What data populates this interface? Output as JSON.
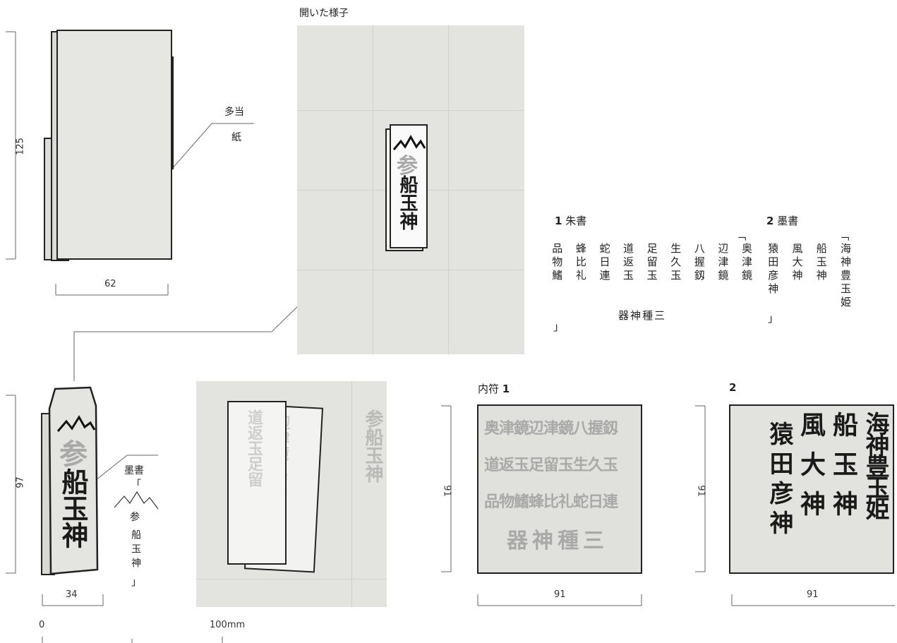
{
  "opened_caption": "開いた様子",
  "labels": {
    "tatogami_top": "多当",
    "tatogami_bottom": "紙",
    "bokusho": "墨書"
  },
  "dimensions": {
    "folded_height": "125",
    "folded_width": "62",
    "charm_height": "97",
    "charm_width": "34",
    "inner1_height": "91",
    "inner1_width": "91",
    "inner2_height": "91",
    "inner2_width": "91"
  },
  "scale": {
    "zero": "0",
    "hundred": "100mm"
  },
  "section1": {
    "num": "1",
    "title": "朱書",
    "open_bracket": "「",
    "columns": [
      "奥津鏡",
      "辺津鏡",
      "八握釼",
      "生久玉",
      "足留玉",
      "道返玉",
      "蛇日連",
      "蜂比礼",
      "品物鰭"
    ],
    "bottom_line": "三種神器",
    "close_bracket": "」"
  },
  "section2": {
    "num": "2",
    "title": "墨書",
    "open_bracket": "「",
    "columns": [
      "海神豊玉姫",
      "船玉神",
      "風大神",
      "猿田彦神"
    ],
    "close_bracket": "」"
  },
  "inner1": {
    "caption": "内符",
    "num": "1"
  },
  "inner2": {
    "num": "2"
  },
  "charm_annotation": {
    "open": "「",
    "sankaku": "参",
    "text": "船玉神",
    "close": "」"
  },
  "charm_ink": {
    "top": "参",
    "main": "船玉神"
  },
  "inner2_ink": [
    "海神豊玉姫",
    "船玉神",
    "風大神",
    "猿田彦神"
  ],
  "inner1_ink": [
    "奥津鏡辺津鏡八握釼",
    "道返玉足留玉生久玉",
    "品物鰭蜂比礼蛇日連",
    "三種神器"
  ]
}
